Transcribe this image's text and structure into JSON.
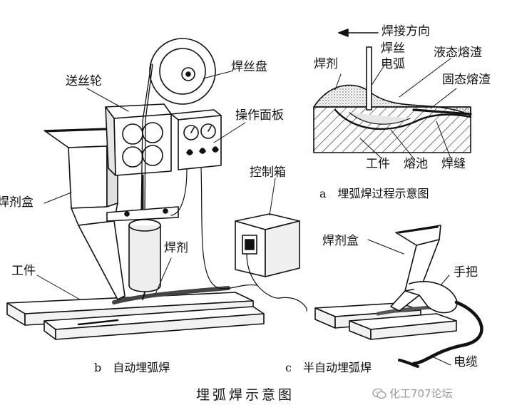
{
  "labels": {
    "welding_direction": "焊接方向",
    "wire_top": "焊丝",
    "arc": "电弧",
    "flux_a": "焊剂",
    "liquid_slag": "液态熔渣",
    "solid_slag": "固态熔渣",
    "workpiece_a": "工件",
    "weld_pool": "熔池",
    "weld_seam": "焊缝",
    "caption_a": "a　埋弧焊过程示意图",
    "wire_reel": "焊丝盘",
    "feed_wheel": "送丝轮",
    "control_panel": "操作面板",
    "control_box": "控制箱",
    "flux_hopper_b": "焊剂盒",
    "flux_b": "焊剂",
    "workpiece_b": "工件",
    "caption_b": "b　自动埋弧焊",
    "flux_hopper_c": "焊剂盒",
    "handle": "手把",
    "cable": "电缆",
    "caption_c": "c　半自动埋弧焊",
    "title": "埋弧焊示意图"
  },
  "watermark": {
    "text": "化工707论坛",
    "icon": "wechat-icon"
  }
}
